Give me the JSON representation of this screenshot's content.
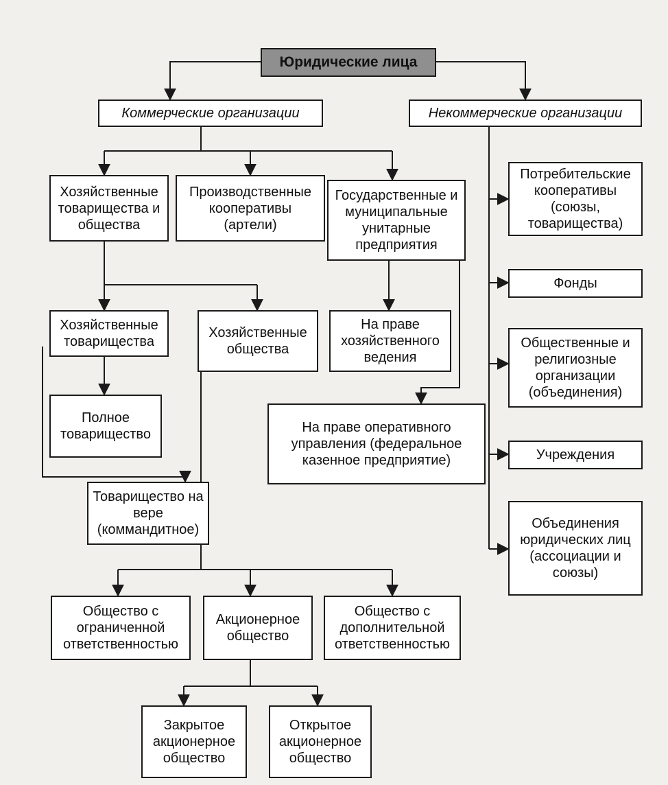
{
  "nodes": {
    "root": "Юридические лица",
    "commercial": "Коммерческие организации",
    "noncommercial": "Некоммерческие организации",
    "business_partnerships_and_companies": "Хозяйственные товарищества и общества",
    "production_cooperatives": "Производственные кооперативы (артели)",
    "state_unitary": "Государственные и муниципальные унитарные предприятия",
    "business_partnerships": "Хозяйственные товарищества",
    "business_companies": "Хозяйственные общества",
    "economic_management": "На праве хозяйственного ведения",
    "operational_management": "На праве оперативного управления (федеральное казенное предприятие)",
    "full_partnership": "Полное товарищество",
    "limited_partnership": "Товарищество на вере (коммандитное)",
    "llc": "Общество с ограниченной ответственностью",
    "joint_stock": "Акционерное общество",
    "additional_liability": "Общество с дополнительной ответственностью",
    "closed_jsc": "Закрытое акционерное общество",
    "open_jsc": "Открытое акционерное общество",
    "consumer_cooperatives": "Потребительские кооперативы (союзы, товарищества)",
    "funds": "Фонды",
    "public_religious": "Общественные и религиозные организации (объединения)",
    "institutions": "Учреждения",
    "associations": "Объединения юридических лиц (ассоциации и союзы)"
  }
}
